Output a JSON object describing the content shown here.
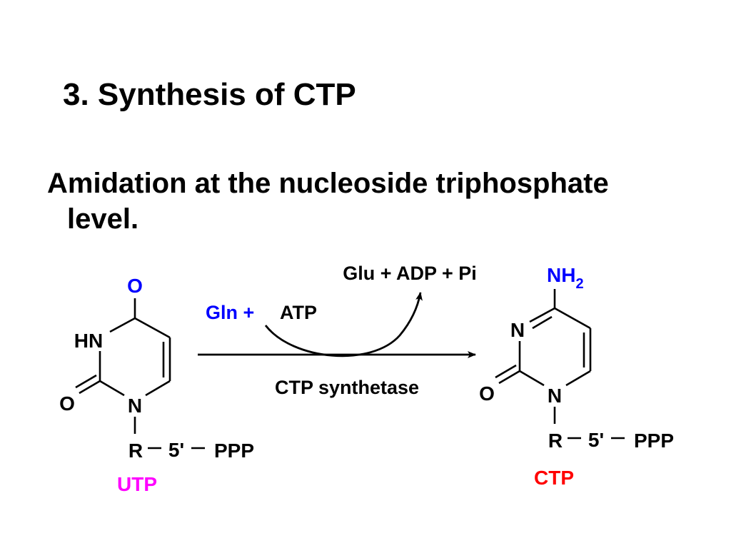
{
  "slide": {
    "title": "3. Synthesis of CTP",
    "body_line1": "Amidation at the nucleoside triphosphate",
    "body_line2": "level."
  },
  "reaction": {
    "products_top": "Glu + ADP + Pi",
    "gln": "Gln +",
    "atp": "ATP",
    "enzyme": "CTP synthetase",
    "colors": {
      "gln": "#0000ff",
      "amino": "#0000ff",
      "carbonyl_o": "#0000ff",
      "utp": "#ff00ff",
      "ctp": "#ff0000",
      "ink": "#000000"
    }
  },
  "utp": {
    "o_top": "O",
    "hn": "HN",
    "o_left": "O",
    "n": "N",
    "r": "R",
    "five_prime": "5'",
    "ppp": "PPP",
    "label": "UTP"
  },
  "ctp": {
    "nh": "NH",
    "nh_sub": "2",
    "n_top": "N",
    "o_left": "O",
    "n": "N",
    "r": "R",
    "five_prime": "5'",
    "ppp": "PPP",
    "label": "CTP"
  }
}
